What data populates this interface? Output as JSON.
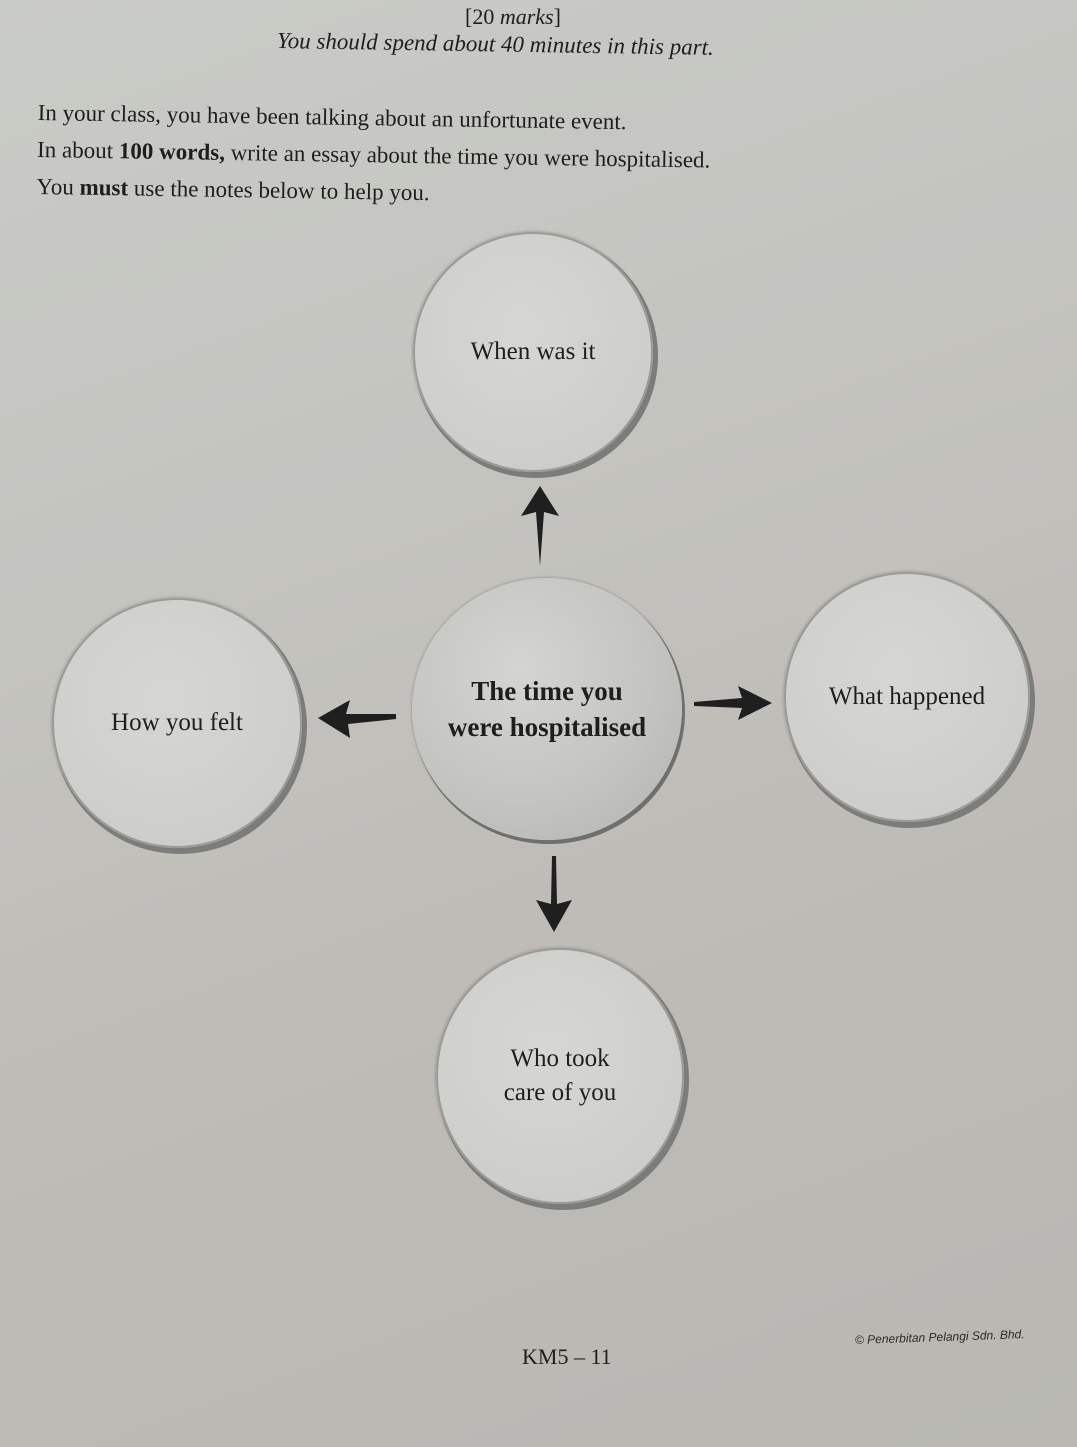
{
  "header": {
    "marks_number": "[20 ",
    "marks_word": "marks",
    "marks_close": "]",
    "time_note": "You should spend about 40 minutes in this part."
  },
  "instructions": {
    "line1": "In your class, you have been talking about an unfortunate event.",
    "line2_pre": "In about ",
    "line2_bold": "100 words,",
    "line2_post": " write an essay about the time you were hospitalised.",
    "line3_pre": "You ",
    "line3_bold": "must",
    "line3_post": " use the notes below to help you."
  },
  "diagram": {
    "center": {
      "line1": "The time you",
      "line2": "were hospitalised"
    },
    "top": {
      "label": "When was it"
    },
    "right": {
      "label": "What happened"
    },
    "bottom": {
      "line1": "Who took",
      "line2": "care of you"
    },
    "left": {
      "label": "How you felt"
    },
    "arrows": [
      "up-arrow",
      "right-arrow",
      "down-arrow",
      "left-arrow"
    ]
  },
  "footer": {
    "page_code": "KM5 – 11",
    "copyright": "© Penerbitan Pelangi Sdn. Bhd."
  },
  "colors": {
    "paper": "#c6c6c1",
    "ink": "#1e1e1e",
    "circle_rim": "#7c7c7a"
  }
}
